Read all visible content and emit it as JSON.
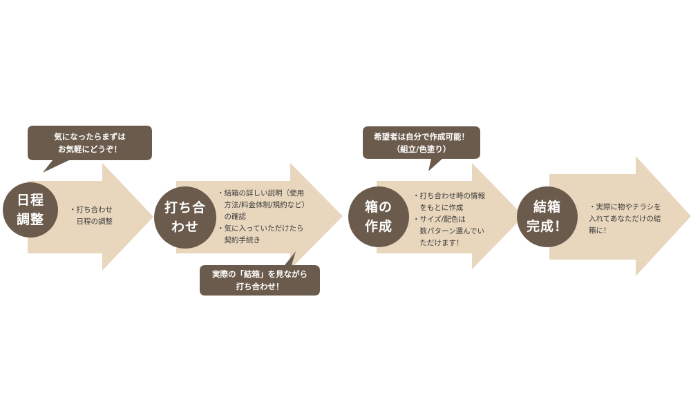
{
  "colors": {
    "arrow_fill": "#e8d6bd",
    "circle_fill": "#6b5b4c",
    "bubble_fill": "#6b5b4c",
    "text_dark": "#3a3a3a",
    "text_light": "#ffffff"
  },
  "steps": [
    {
      "title": "日程\n調整",
      "desc": "・打ち合わせ\n　日程の調整"
    },
    {
      "title": "打ち合\nわせ",
      "desc": "・結箱の詳しい説明（使用\n　方法/料金体制/規約など）\n　の確認\n・気に入っていただけたら\n　契約手続き"
    },
    {
      "title": "箱の\n作成",
      "desc": "・打ち合わせ時の情報\n　をもとに作成\n・サイズ/配色は\n　数パターン選んでい\n　ただけます！"
    },
    {
      "title": "結箱\n完成！",
      "desc": "・実際に物やチラシを\n入れてあなただけの結\n箱に！"
    }
  ],
  "bubbles": [
    {
      "text": "気になったらまずは\nお気軽にどうぞ！"
    },
    {
      "text": "実際の「結箱」を見ながら\n打ち合わせ！"
    },
    {
      "text": "希望者は自分で作成可能！\n（組立/色塗り）"
    }
  ]
}
